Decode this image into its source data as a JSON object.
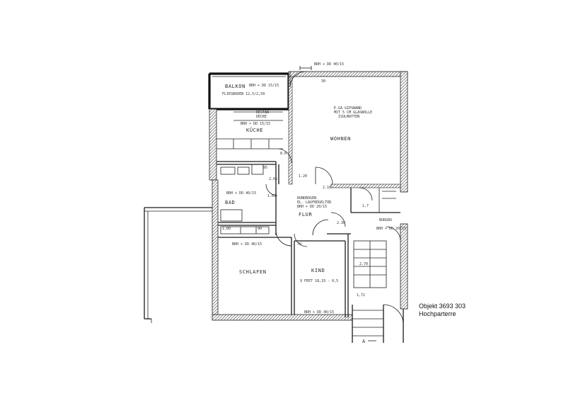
{
  "plan": {
    "rooms": {
      "balkon": "BALKON",
      "kueche": "KÜCHE",
      "wohnen": "WOHNEN",
      "bad": "BAD",
      "flur": "FLUR",
      "schlafen": "SCHLAFEN",
      "kind": "KIND"
    },
    "notes": {
      "balkon_floor": "FLIESBODEN 12,5/2,50",
      "balkon_window": "BRH + DD 15/15",
      "top_window": "BRH + DD 40/15",
      "kueche_note_a": "RESTAN",
      "kueche_note_b": "DECKE",
      "kueche_window": "BRH + DD 15/15",
      "wohnen_note_1": "E.GA GIPSWAND",
      "wohnen_note_2": "MIT 5 CM GLASWOLLE",
      "wohnen_note_3": "ISOLMATTEN",
      "bad_window": "BRH + DD 40/15",
      "flur_note_1": "RUNDBOGEN",
      "flur_note_2": "EL. LAUFBÜGELTÜR",
      "flur_note_3": "BRH + DD 20/15",
      "schlafen_window": "BRH + DD 40/15",
      "kind_floor": "9 FEET 18,33 - 0,5",
      "kind_window": "BRH + DD 40/15",
      "stair_note": "BRH + DD 20/15",
      "stair_side": "BURGRU"
    },
    "dimensions": {
      "d_120": "1.20",
      "d_95": "95",
      "d_90": "90",
      "d_70": "70",
      "d_2_05": "2.05",
      "d_2_10": "2.10",
      "d_1_65": "1.65",
      "d_8_0": "8.0",
      "d_1_80": "1,80",
      "d_30": "30",
      "d_2_30": "2.30",
      "d_2_70": "2.70",
      "d_1_72": "1,72",
      "d_1_7": "1,7"
    },
    "entrance_marker": "A"
  },
  "caption": {
    "object_line": "Objekt 3693 303",
    "floor_line": "Hochparterre"
  }
}
